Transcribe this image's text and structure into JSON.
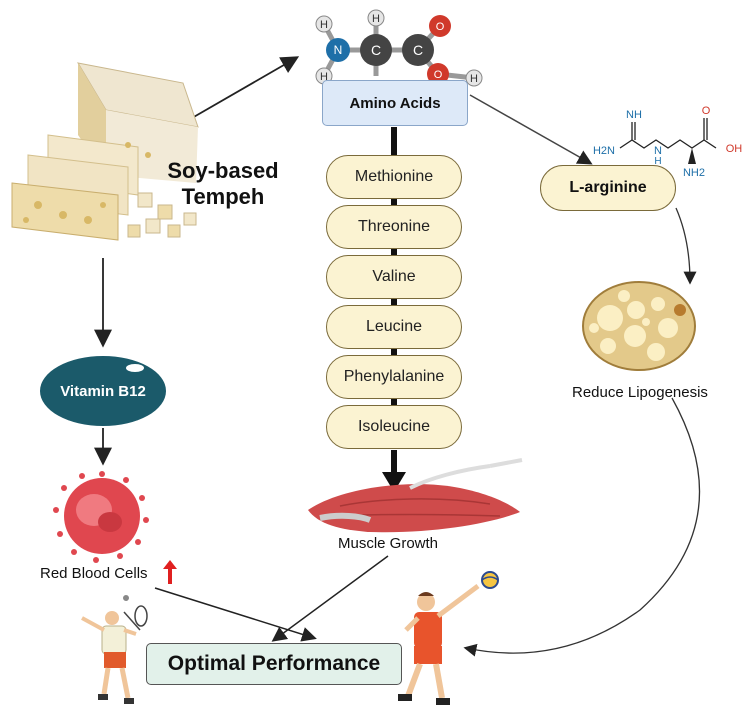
{
  "tempeh_label": {
    "line1": "Soy-based",
    "line2": "Tempeh"
  },
  "amino_title": "Amino Acids",
  "amino_acids": [
    "Methionine",
    "Threonine",
    "Valine",
    "Leucine",
    "Phenylalanine",
    "Isoleucine"
  ],
  "larginine": {
    "label": "L-arginine"
  },
  "vitamin": {
    "label": "Vitamin B12"
  },
  "rbc_label": "Red Blood Cells",
  "muscle_label": "Muscle Growth",
  "lipo_label": "Reduce Lipogenesis",
  "result_label": "Optimal Performance",
  "molecule": {
    "N": "N",
    "C": "C",
    "O": "O",
    "H": "H"
  },
  "arginine_struct": {
    "nh": "NH",
    "h2n": "H2N",
    "n_h": "N",
    "h": "H",
    "o": "O",
    "oh": "OH",
    "nh2": "NH2"
  },
  "colors": {
    "pill_fill": "#fbf3d2",
    "amino_box": "#dde9f8",
    "vitamin": "#1b5a6a",
    "rbc": "#e0474f",
    "result_box": "#e2f1ea",
    "arrow_up": "#e02020"
  }
}
